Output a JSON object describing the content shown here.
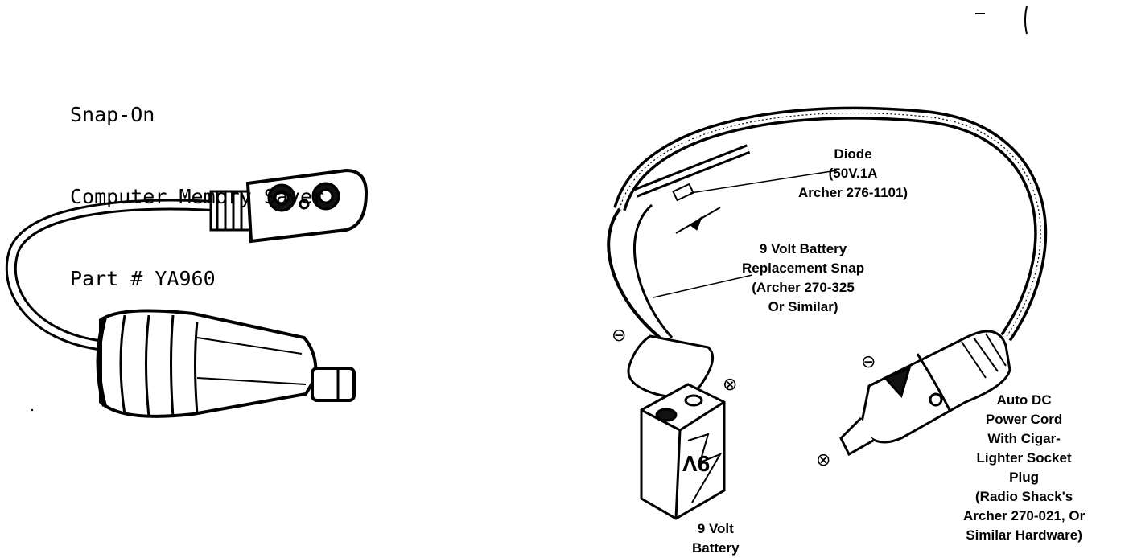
{
  "title": {
    "line1": "Snap-On",
    "line2": "Computer Memory Saver",
    "line3": "Part # YA960"
  },
  "labels": {
    "diode": [
      "Diode",
      "(50V.1A",
      "Archer 276-1101)"
    ],
    "snap": [
      "9 Volt Battery",
      "Replacement Snap",
      "(Archer 270-325",
      "Or Similar)"
    ],
    "battery": [
      "9 Volt",
      "Battery"
    ],
    "power_cord": [
      "Auto DC",
      "Power Cord",
      "With Cigar-",
      "Lighter Socket",
      "Plug",
      "(Radio Shack's",
      "Archer 270-021, Or",
      "Similar Hardware)"
    ]
  },
  "battery_print": "9V",
  "polarity_symbols": [
    "⊖",
    "⊗"
  ]
}
